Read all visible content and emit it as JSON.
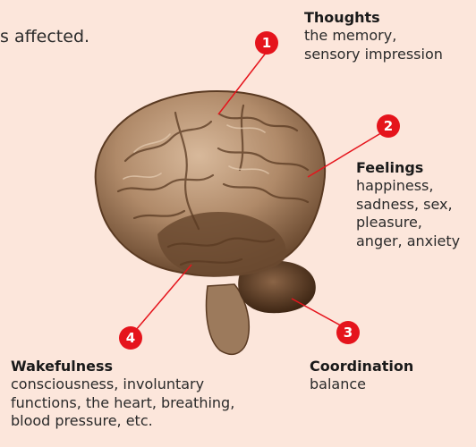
{
  "intro_text": "s affected.",
  "callouts": [
    {
      "number": "1",
      "title": "Thoughts",
      "lines": [
        "the memory,",
        "sensory impression"
      ]
    },
    {
      "number": "2",
      "title": "Feelings",
      "lines": [
        "happiness,",
        "sadness, sex,",
        "pleasure,",
        "anger, anxiety"
      ]
    },
    {
      "number": "3",
      "title": "Coordination",
      "lines": [
        "balance"
      ]
    },
    {
      "number": "4",
      "title": "Wakefulness",
      "lines": [
        "consciousness, involuntary",
        "functions, the heart, breathing,",
        "blood pressure, etc."
      ]
    }
  ],
  "colors": {
    "background": "#fce6db",
    "badge": "#e5141c",
    "leader_line": "#e5141c",
    "brain_light": "#c9a88a",
    "brain_mid": "#9a7455",
    "brain_dark": "#5a3a22"
  }
}
